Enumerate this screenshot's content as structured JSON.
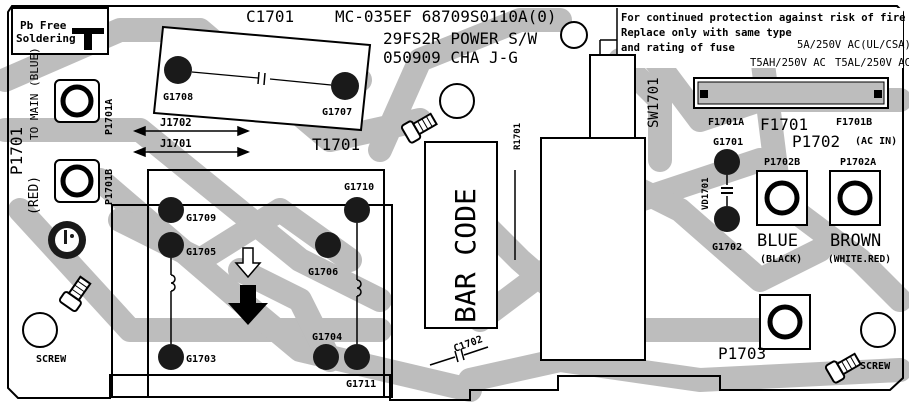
{
  "title": {
    "board_id": "MC-035EF 68709S0110A(0)",
    "line2": "29FS2R POWER S/W",
    "line3": "050909 CHA J-G"
  },
  "pb_free": {
    "line1": "Pb Free",
    "line2": "Soldering"
  },
  "warning": {
    "line1": "For continued protection against risk of fire",
    "line2": "Replace only with same type",
    "line3": "and rating of fuse"
  },
  "fuse_rating": {
    "line1": "5A/250V AC(UL/CSA)",
    "line2_left": "T5AH/250V AC",
    "line2_right": "T5AL/250V AC"
  },
  "labels": {
    "c1701": "C1701",
    "t1701": "T1701",
    "p1701": "P1701",
    "to_main_blue": "TO MAIN (BLUE)",
    "red": "(RED)",
    "p1701a": "P1701A",
    "p1701b": "P1701B",
    "j1702": "J1702",
    "j1701": "J1701",
    "g1708": "G1708",
    "g1707": "G1707",
    "g1709": "G1709",
    "g1705": "G1705",
    "g1706": "G1706",
    "g1710": "G1710",
    "g1704": "G1704",
    "g1703": "G1703",
    "g1711": "G1711",
    "barcode": "BAR CODE",
    "r1701": "R1701",
    "sw1701": "SW1701",
    "f1701": "F1701",
    "f1701a": "F1701A",
    "f1701b": "F1701B",
    "g1701": "G1701",
    "g1702": "G1702",
    "vd1701": "VD1701",
    "p1702": "P1702",
    "p1702_ac_in": "(AC IN)",
    "p1702a": "P1702A",
    "p1702b": "P1702B",
    "blue": "BLUE",
    "black": "(BLACK)",
    "brown": "BROWN",
    "white_red": "(WHITE.RED)",
    "c1702": "C1702",
    "p1703": "P1703",
    "screw_left": "SCREW",
    "screw_right": "SCREW"
  },
  "colors": {
    "trace": "#bdbdbd",
    "ink": "#000000",
    "pad": "#1a1a1a"
  }
}
